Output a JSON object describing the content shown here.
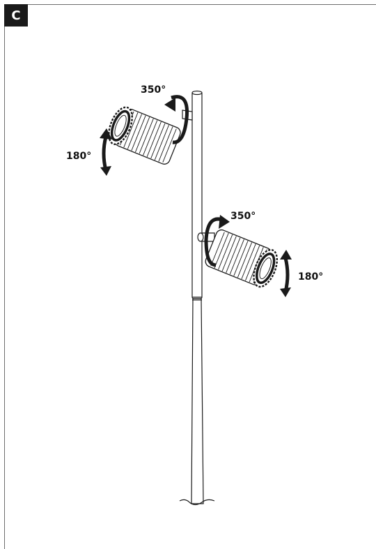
{
  "section": {
    "letter": "C"
  },
  "upper_head": {
    "rotation_label": "350°",
    "tilt_label": "180°"
  },
  "lower_head": {
    "rotation_label": "350°",
    "tilt_label": "180°"
  },
  "colors": {
    "line": "#1a1a1a",
    "frame": "#6d6d6d",
    "badge": "#1a1a1a"
  }
}
